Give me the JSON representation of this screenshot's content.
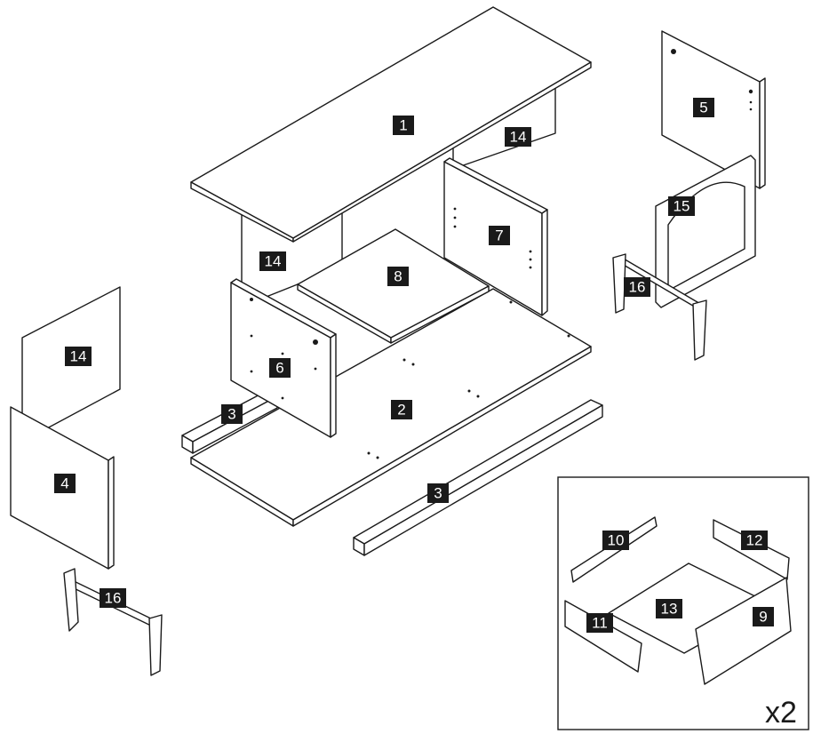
{
  "diagram": {
    "labels": [
      {
        "id": "part-1",
        "text": "1"
      },
      {
        "id": "part-14-rear-top",
        "text": "14"
      },
      {
        "id": "part-5",
        "text": "5"
      },
      {
        "id": "part-15",
        "text": "15"
      },
      {
        "id": "part-7",
        "text": "7"
      },
      {
        "id": "part-14-rear-left",
        "text": "14"
      },
      {
        "id": "part-8",
        "text": "8"
      },
      {
        "id": "part-16-right",
        "text": "16"
      },
      {
        "id": "part-14-left-back",
        "text": "14"
      },
      {
        "id": "part-6",
        "text": "6"
      },
      {
        "id": "part-2",
        "text": "2"
      },
      {
        "id": "part-3-rear",
        "text": "3"
      },
      {
        "id": "part-4",
        "text": "4"
      },
      {
        "id": "part-3-front",
        "text": "3"
      },
      {
        "id": "part-16-left",
        "text": "16"
      },
      {
        "id": "part-10",
        "text": "10"
      },
      {
        "id": "part-12",
        "text": "12"
      },
      {
        "id": "part-13",
        "text": "13"
      },
      {
        "id": "part-9",
        "text": "9"
      },
      {
        "id": "part-11",
        "text": "11"
      }
    ],
    "drawer_multiplier": "x2"
  }
}
